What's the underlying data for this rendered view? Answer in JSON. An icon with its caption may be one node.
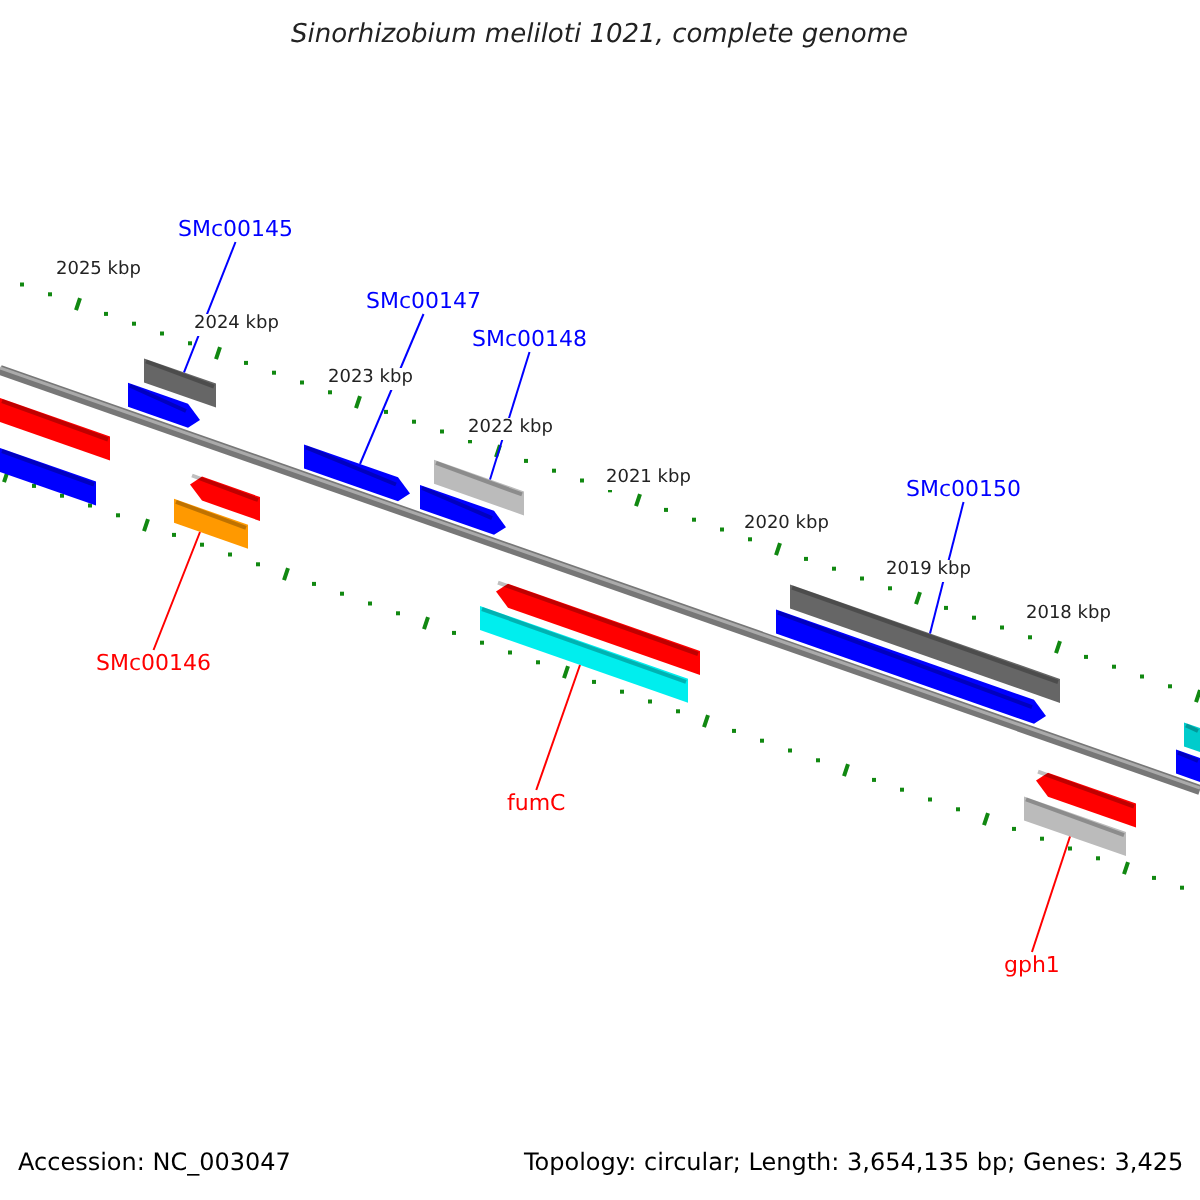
{
  "diagram": {
    "title": "Sinorhizobium meliloti 1021, complete genome",
    "nodes": [
      {
        "text": [
          "SMc00145"
        ]
      },
      {
        "text": [
          "SMc00147"
        ]
      },
      {
        "text": [
          "SMc00148"
        ]
      },
      {
        "text": [
          "SMc00146"
        ]
      },
      {
        "text": [
          "fumC"
        ]
      },
      {
        "text": [
          "SMc00150"
        ]
      },
      {
        "text": [
          "gph1"
        ]
      },
      {
        "text": [],
        "shape": "bar"
      },
      {
        "text": [],
        "shape": "bar"
      },
      {
        "text": [],
        "shape": "bar"
      },
      {
        "text": [],
        "shape": "arrow"
      },
      {
        "text": [],
        "shape": "arrow"
      },
      {
        "text": [],
        "shape": "bar"
      },
      {
        "text": [],
        "shape": "arrow"
      },
      {
        "text": [],
        "shape": "bar"
      },
      {
        "text": [],
        "shape": "arrow"
      },
      {
        "text": [],
        "shape": "arrow"
      },
      {
        "text": [],
        "shape": "bar"
      },
      {
        "text": [],
        "shape": "bar"
      },
      {
        "text": [],
        "shape": "arrow"
      },
      {
        "text": [],
        "shape": "arrow"
      },
      {
        "text": [],
        "shape": "bar"
      },
      {
        "text": [],
        "shape": "bar"
      },
      {
        "text": [],
        "shape": "bar"
      }
    ],
    "edges": [
      {
        "from": 0,
        "to": 9,
        "arrow": "none"
      },
      {
        "from": 1,
        "to": 13,
        "arrow": "none"
      },
      {
        "from": 2,
        "to": 14,
        "arrow": "none"
      },
      {
        "from": 3,
        "to": 12,
        "arrow": "none",
        "color": "#ff0000"
      },
      {
        "from": 4,
        "to": 17,
        "arrow": "none",
        "color": "#ff0000"
      },
      {
        "from": 5,
        "to": 18,
        "arrow": "none"
      },
      {
        "from": 6,
        "to": 21,
        "arrow": "none",
        "color": "#ff0000"
      }
    ],
    "labels": [
      "2025 kbp",
      "2024 kbp",
      "2023 kbp",
      "2022 kbp",
      "2021 kbp",
      "2020 kbp",
      "2019 kbp",
      "2018 kbp",
      "Accession: NC_003047",
      "Topology: circular; Length: 3,654,135 bp; Genes: 3,425"
    ]
  }
}
